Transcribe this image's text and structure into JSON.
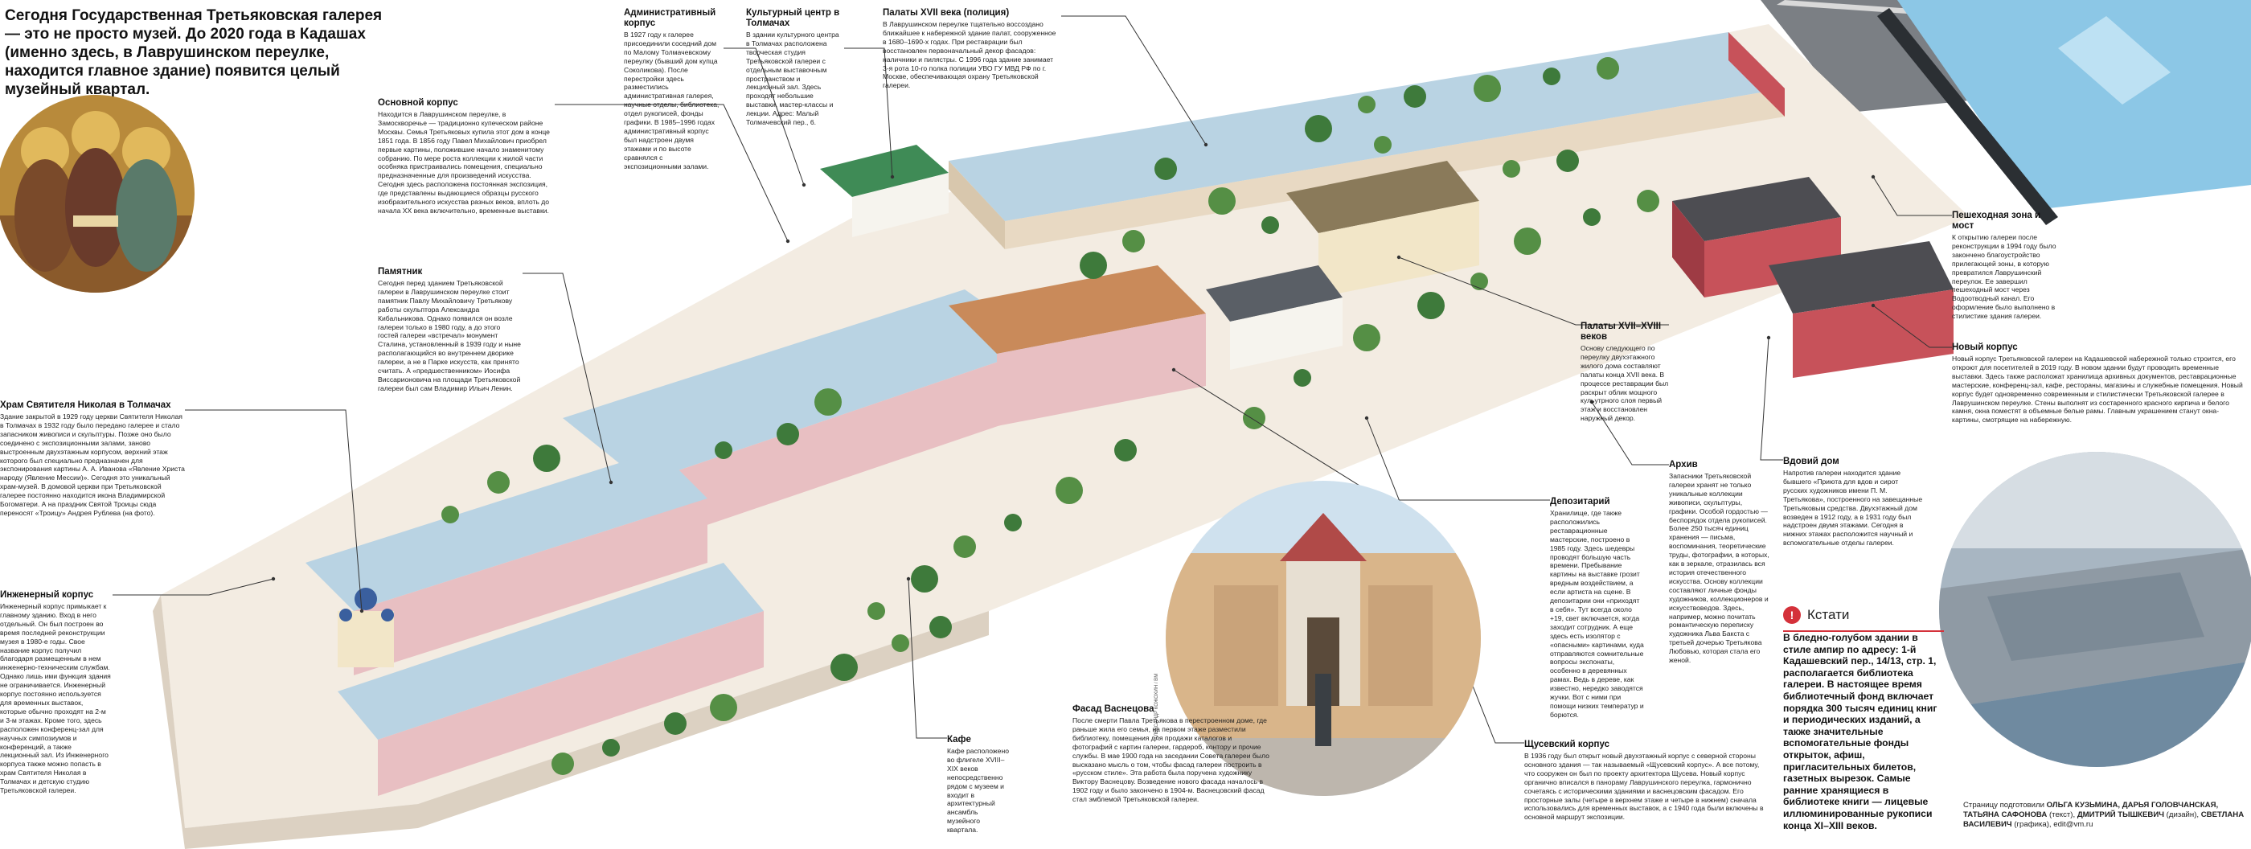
{
  "headline": "Сегодня Государственная Третьяковская галерея — это не просто музей. До 2020 года в Кадашах (именно здесь, в Лаврушинском переулке, находится главное здание) появится целый музейный квартал.",
  "blocks": {
    "osnovnoy": {
      "title": "Основной корпус",
      "body": "Находится в Лаврушинском переулке, в Замоскворечье — традиционно купеческом районе Москвы. Семья Третьяковых купила этот дом в конце 1851 года. В 1856 году Павел Михайлович приобрел первые картины, положившие начало знаменитому собранию. По мере роста коллекции к жилой части особняка пристраивались помещения, специально предназначенные для произведений искусства. Сегодня здесь расположена постоянная экспозиция, где представлены выдающиеся образцы русского изобразительного искусства разных веков, вплоть до начала XX века включительно, временные выставки."
    },
    "admin": {
      "title": "Административный корпус",
      "body": "В 1927 году к галерее присоединили соседний дом по Малому Толмачевскому переулку (бывший дом купца Соколикова). После перестройки здесь разместились административная галерея, научные отделы, библиотека, отдел рукописей, фонды графики. В 1985–1996 годах административный корпус был надстроен двумя этажами и по высоте сравнялся с экспозиционными залами."
    },
    "kulturny": {
      "title": "Культурный центр в Толмачах",
      "body": "В здании культурного центра в Толмачах расположена творческая студия Третьяковской галереи с отдельным выставочным пространством и лекционный зал. Здесь проходят небольшие выставки, мастер-классы и лекции. Адрес: Малый Толмачевский пер., 6."
    },
    "palaty17": {
      "title": "Палаты XVII века (полиция)",
      "body": "В Лаврушинском переулке тщательно воссоздано ближайшее к набережной здание палат, сооруженное в 1680–1690-х годах. При реставрации был восстановлен первоначальный декор фасадов: наличники и пилястры. С 1996 года здание занимает 3-я рота 10-го полка полиции УВО ГУ МВД РФ по г. Москве, обеспечивающая охрану Третьяковской галереи."
    },
    "pamyatnik": {
      "title": "Памятник",
      "body": "Сегодня перед зданием Третьяковской галереи в Лаврушинском переулке стоит памятник Павлу Михайловичу Третьякову работы скульптора Александра Кибальникова. Однако появился он возле галереи только в 1980 году, а до этого гостей галереи «встречал» монумент Сталина, установленный в 1939 году и ныне располагающийся во внутреннем дворике галереи, а не в Парке искусств, как принято считать. А «предшественником» Иосифа Виссарионовича на площади Третьяковской галереи был сам Владимир Ильич Ленин."
    },
    "hram": {
      "title": "Храм Святителя Николая в Толмачах",
      "body": "Здание закрытой в 1929 году церкви Святителя Николая в Толмачах в 1932 году было передано галерее и стало запасником живописи и скульптуры. Позже оно было соединено с экспозиционными залами, заново выстроенным двухэтажным корпусом, верхний этаж которого был специально предназначен для экспонирования картины А. А. Иванова «Явление Христа народу (Явление Мессии)». Сегодня это уникальный храм-музей. В домовой церкви при Третьяковской галерее постоянно находится икона Владимирской Богоматери. А на праздник Святой Троицы сюда переносят «Троицу» Андрея Рублева (на фото)."
    },
    "inzhenerny": {
      "title": "Инженерный корпус",
      "body": "Инженерный корпус примыкает к главному зданию. Вход в него отдельный. Он был построен во время последней реконструкции музея в 1980-е годы. Свое название корпус получил благодаря размещенным в нем инженерно-техническим службам. Однако лишь ими функция здания не ограничивается. Инженерный корпус постоянно используется для временных выставок, которые обычно проходят на 2-м и 3-м этажах. Кроме того, здесь расположен конференц-зал для научных симпозиумов и конференций, а также лекционный зал. Из Инженерного корпуса также можно попасть в храм Святителя Николая в Толмачах и детскую студию Третьяковской галереи."
    },
    "palaty1718": {
      "title": "Палаты XVII–XVIII веков",
      "body": "Основу следующего по переулку двухэтажного жилого дома составляют палаты конца XVII века. В процессе реставрации был раскрыт облик мощного кульутрного слоя первый этаж и восстановлен наружный декор."
    },
    "depozitariy": {
      "title": "Депозитарий",
      "body": "Хранилище, где также расположились реставрационные мастерские, построено в 1985 году. Здесь шедевры проводят большую часть времени. Пребывание картины на выставке грозит вредным воздействием, а если артиста на сцене. В депозитарии они «приходят в себя». Тут всегда около +19, свет включается, когда заходит сотрудник. А еще здесь есть изолятор с «опасными» картинами, куда отправляются сомнительные вопросы экспонаты, особенно в деревянных рамах. Ведь в дереве, как известно, нередко заводятся жучки. Вот с ними при помощи низких температур и борются."
    },
    "arhiv": {
      "title": "Архив",
      "body": "Запасники Третьяковской галереи хранят не только уникальные коллекции живописи, скульптуры, графики. Особой гордостью — беспорядок отдела рукописей. Более 250 тысяч единиц хранения — письма, воспоминания, теоретические труды, фотографии, в которых, как в зеркале, отразилась вся история отечественного искусства. Основу коллекции составляют личные фонды художников, коллекционеров и искусствоведов. Здесь, например, можно почитать романтическую переписку художника Льва Бакста с третьей дочерью Третьякова Любовью, которая стала его женой."
    },
    "vdoviy": {
      "title": "Вдовий дом",
      "body": "Напротив галереи находится здание бывшего «Приюта для вдов и сирот русских художников имени П. М. Третьякова», построенного на завещанные Третьяковым средства. Двухэтажный дом возведен в 1912 году, а в 1931 году был надстроен двумя этажами. Сегодня в нижних этажах расположится научный и вспомогательные отделы галереи."
    },
    "peshehod": {
      "title": "Пешеходная зона и мост",
      "body": "К открытию галереи после реконструкции в 1994 году было закончено благоустройство прилегающей зоны, в которую превратился Лаврушинский переулок. Ее завершил пешеходный мост через Водоотводный канал. Его оформление было выполнено в стилистике здания галереи."
    },
    "novy": {
      "title": "Новый корпус",
      "body": "Новый корпус Третьяковской галереи на Кадашевской набережной только строится, его откроют для посетителей в 2019 году. В новом здании будут проводить временные выставки. Здесь также расположат хранилища архивных документов, реставрационные мастерские, конференц-зал, кафе, рестораны, магазины и служебные помещения. Новый корпус будет одновременно современным и стилистически Третьяковской галерее в Лаврушинском переулке. Стены выполнят из состаренного красного кирпича и белого камня, окна поместят в объемные белые рамы. Главным украшением станут окна-картины, смотрящие на набережную."
    },
    "kafe": {
      "title": "Кафе",
      "body": "Кафе расположено во флигеле XVIII–XIX веков непосредственно рядом с музеем и входит в архитектурный ансамбль музейного квартала."
    },
    "fasad": {
      "title": "Фасад Васнецова",
      "body": "После смерти Павла Третьякова в перестроенном доме, где раньше жила его семья, на первом этаже разместили библиотеку, помещения для продажи каталогов и фотографий с картин галереи, гардероб, контору и прочие службы. В мае 1900 года на заседании Совета галереи было высказано мысль о том, чтобы фасад галереи построить в «русском стиле». Эта работа была поручена художнику Виктору Васнецову. Возведение нового фасада началось в 1902 году и было закончено в 1904-м. Васнецовский фасад стал эмблемой Третьяковской галереи."
    },
    "shusev": {
      "title": "Щусевский корпус",
      "body": "В 1936 году был открыт новый двухэтажный корпус с северной стороны основного здания — так называемый «Щусевский корпус». А все потому, что сооружен он был по проекту архитектора Щусева. Новый корпус органично вписался в панораму Лаврушинского переулка, гармонично сочетаясь с историческими зданиями и васнецовским фасадом. Его просторные залы (четыре в верхнем этаже и четыре в нижнем) сначала использовались для временных выставок, а с 1940 года были включены в основной маршрут экспозиции."
    }
  },
  "kstati": {
    "label": "Кстати",
    "body": "В бледно-голубом здании в стиле ампир по адресу: 1-й Кадашевский пер., 14/13, стр. 1, располагается библиотека галереи. В настоящее время библиотечный фонд включает порядка 300 тысяч единиц книг и периодических изданий, а также значительные вспомогательные фонды открыток, афиш, пригласительных билетов, газетных вырезок. Самые ранние хранящиеся в библиотеке книги — лицевые иллюминированные рукописи конца XI–XIII веков."
  },
  "credits": {
    "lead": "Страницу подготовили",
    "names1": "ОЛЬГА КУЗЬМИНА, ДАРЬЯ ГОЛОВЧАНСКАЯ, ТАТЬЯНА САФОНОВА",
    "role1": "(текст),",
    "names2": "ДМИТРИЙ ТЫШКЕВИЧ",
    "role2": "(дизайн),",
    "names3": "СВЕТЛАНА ВАСИЛЕВИЧ",
    "role3": "(графика),",
    "email": "edit@vm.ru"
  },
  "photo_credit": "АЛЕКСАНДР КОЖОХИН / ВМ",
  "icons": {
    "kstati": "exclamation-icon"
  },
  "colors": {
    "accent": "#d4313a",
    "roof_glass": "#b9d3e3",
    "brick_red": "#c7525a",
    "pink_wall": "#e8bfc2",
    "cream_wall": "#f2e6c8",
    "ground": "#f3ece2",
    "tree": "#3e7a3b",
    "water": "#8cc7e6"
  }
}
